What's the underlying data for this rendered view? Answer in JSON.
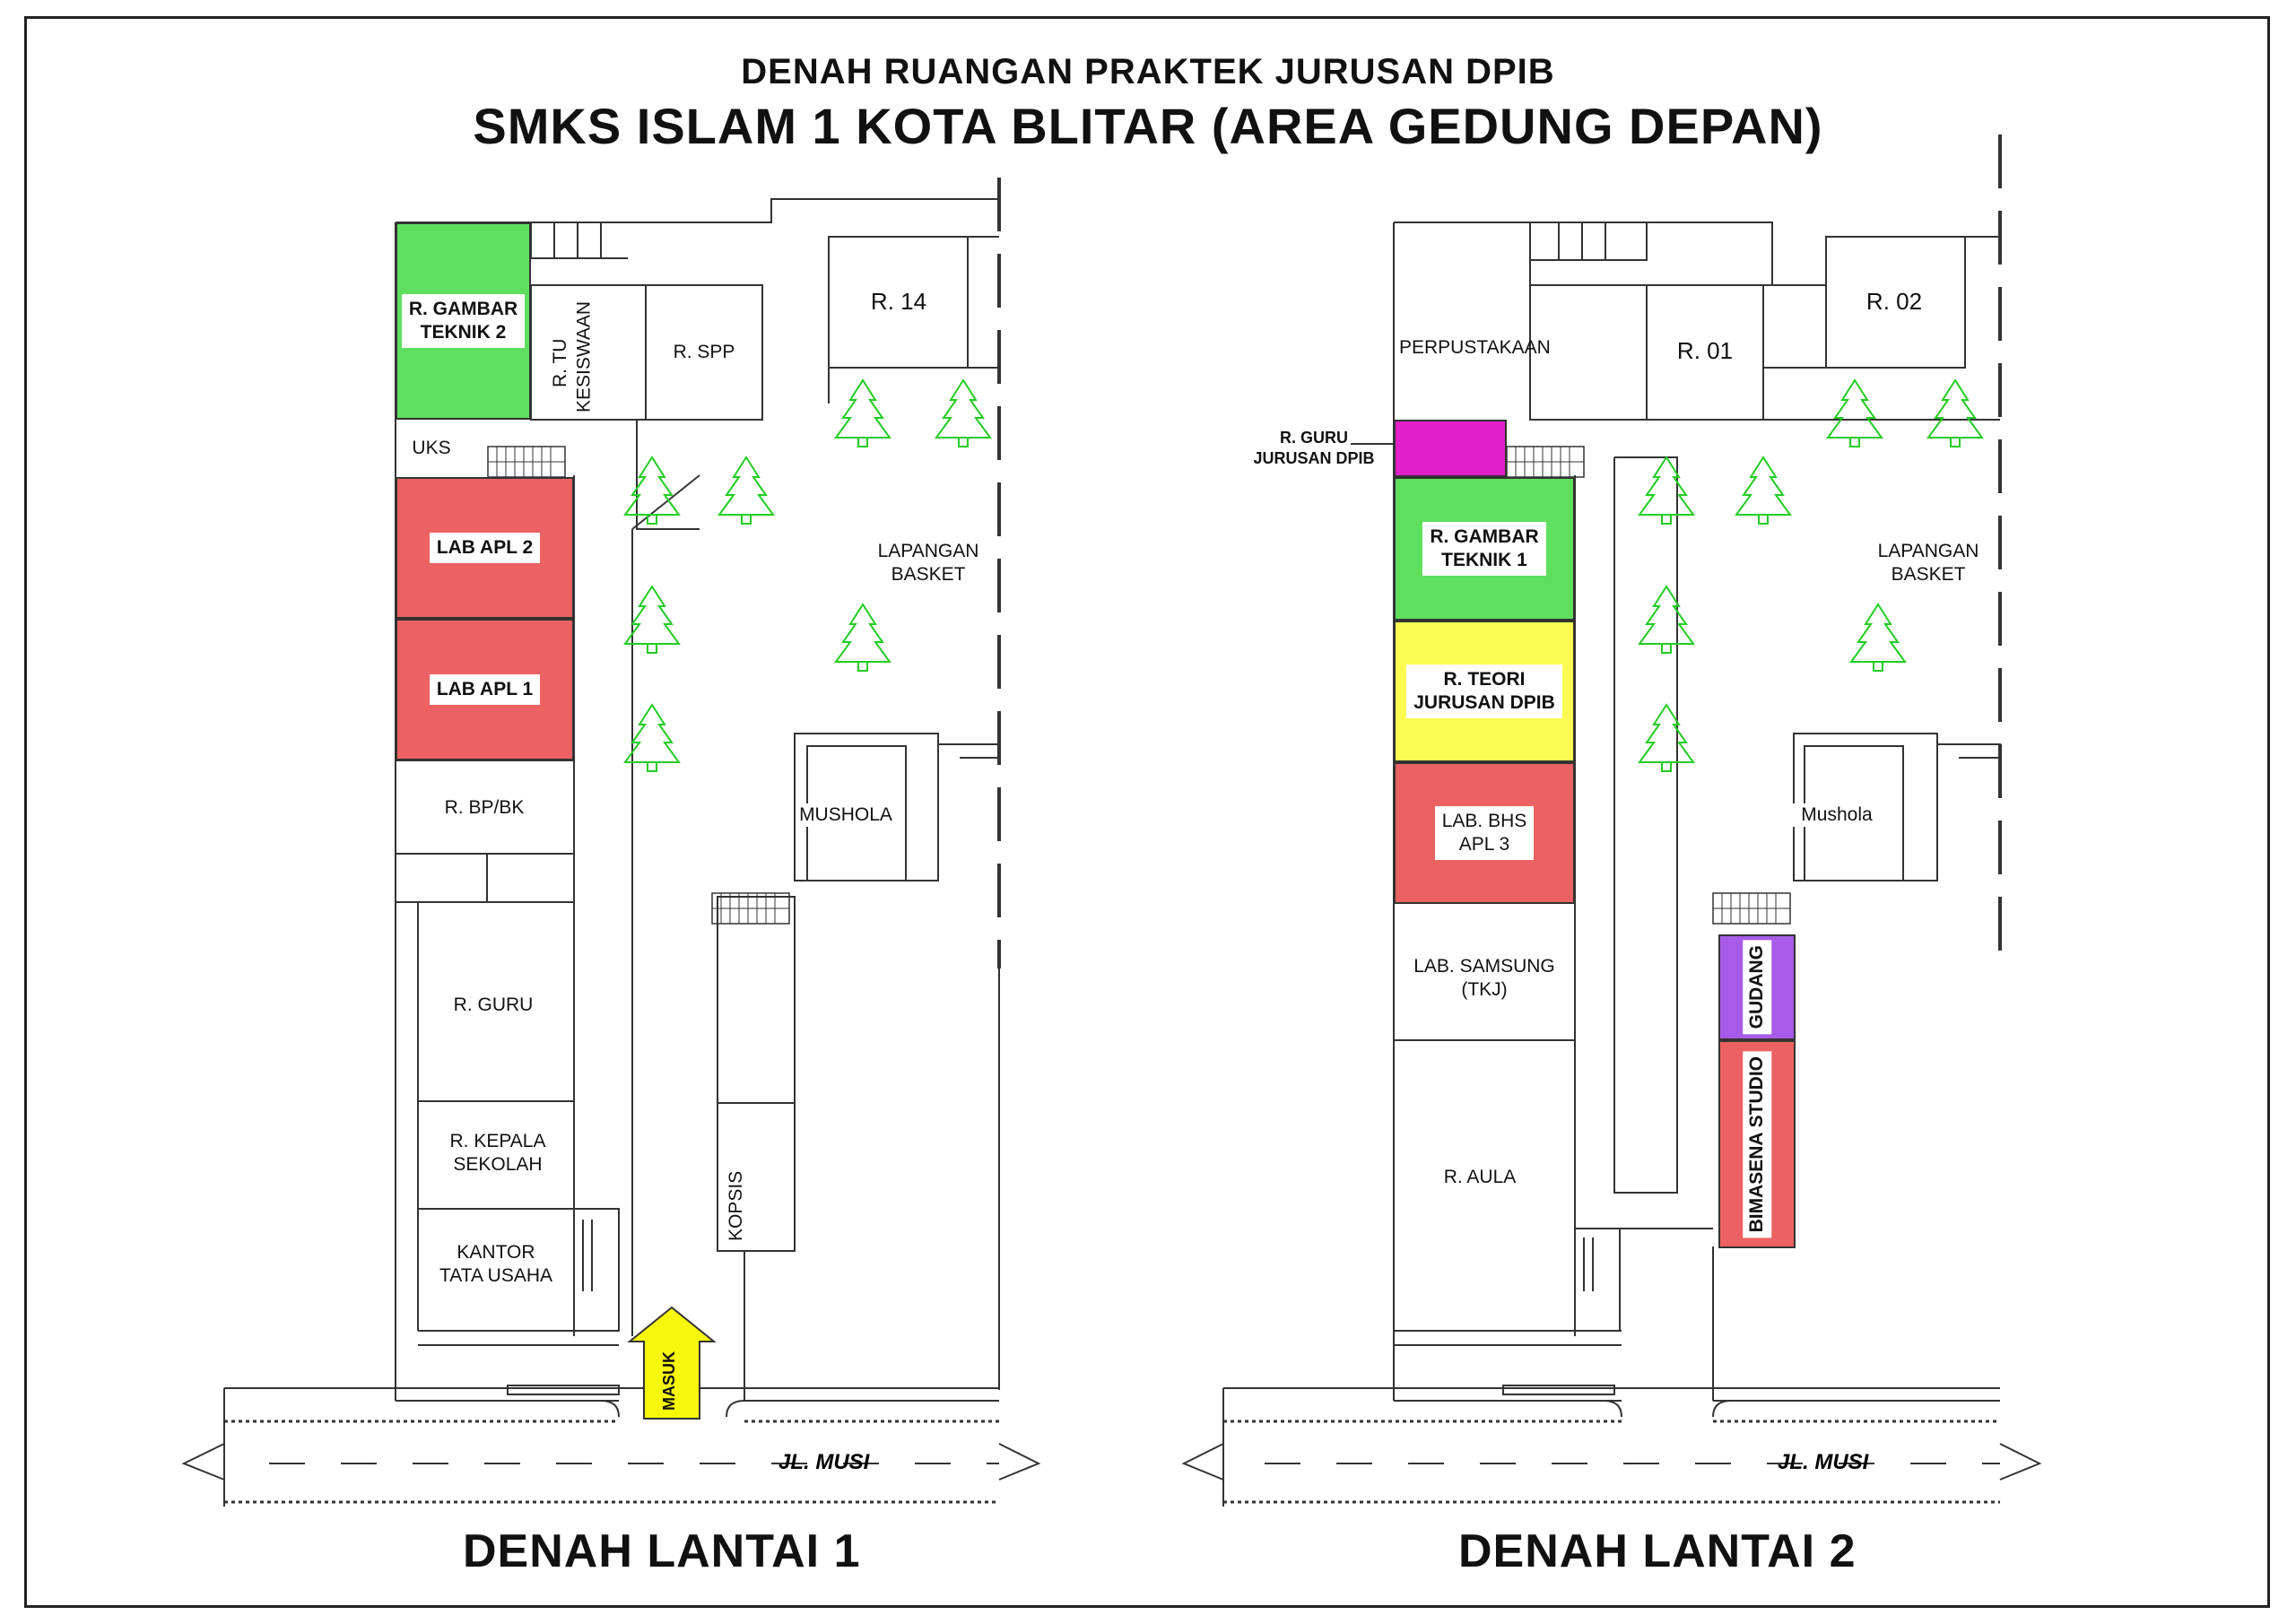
{
  "title": {
    "line1": "DENAH RUANGAN PRAKTEK JURUSAN DPIB",
    "line2": "SMKS ISLAM 1 KOTA BLITAR (AREA GEDUNG DEPAN)"
  },
  "floor1": {
    "caption": "DENAH LANTAI 1",
    "rooms": {
      "gambar_teknik_2": "R. GAMBAR\nTEKNIK 2",
      "tu_kesiswaan": "R. TU\nKESISWAAN",
      "spp": "R. SPP",
      "r14": "R. 14",
      "uks": "UKS",
      "lab_apl_2": "LAB APL 2",
      "lab_apl_1": "LAB APL 1",
      "bp_bk": "R. BP/BK",
      "guru": "R. GURU",
      "kepala_sekolah": "R. KEPALA\nSEKOLAH",
      "kantor_tu": "KANTOR\nTATA USAHA",
      "lapangan": "LAPANGAN\nBASKET",
      "mushola": "MUSHOLA",
      "kopsis": "KOPSIS",
      "masuk": "MASUK"
    },
    "road": "JL. MUSI"
  },
  "floor2": {
    "caption": "DENAH LANTAI 2",
    "rooms": {
      "perpustakaan": "PERPUSTAKAAN",
      "r01": "R. 01",
      "r02": "R. 02",
      "guru_dpib": "R. GURU\nJURUSAN DPIB",
      "gambar_teknik_1": "R. GAMBAR\nTEKNIK 1",
      "teori_dpib": "R. TEORI\nJURUSAN DPIB",
      "lab_bhs_apl3": "LAB. BHS\nAPL 3",
      "lab_samsung": "LAB. SAMSUNG\n(TKJ)",
      "aula": "R. AULA",
      "lapangan": "LAPANGAN\nBASKET",
      "mushola": "Mushola",
      "gudang": "GUDANG",
      "bimasena": "BIMASENA STUDIO"
    },
    "road": "JL. MUSI"
  },
  "colors": {
    "green": "#5ee05e",
    "red": "#ec6262",
    "yellow": "#fbfb52",
    "magenta": "#e020c8",
    "purple": "#a85be8",
    "arrow": "#f7f70a",
    "tree": "#22cc22"
  }
}
